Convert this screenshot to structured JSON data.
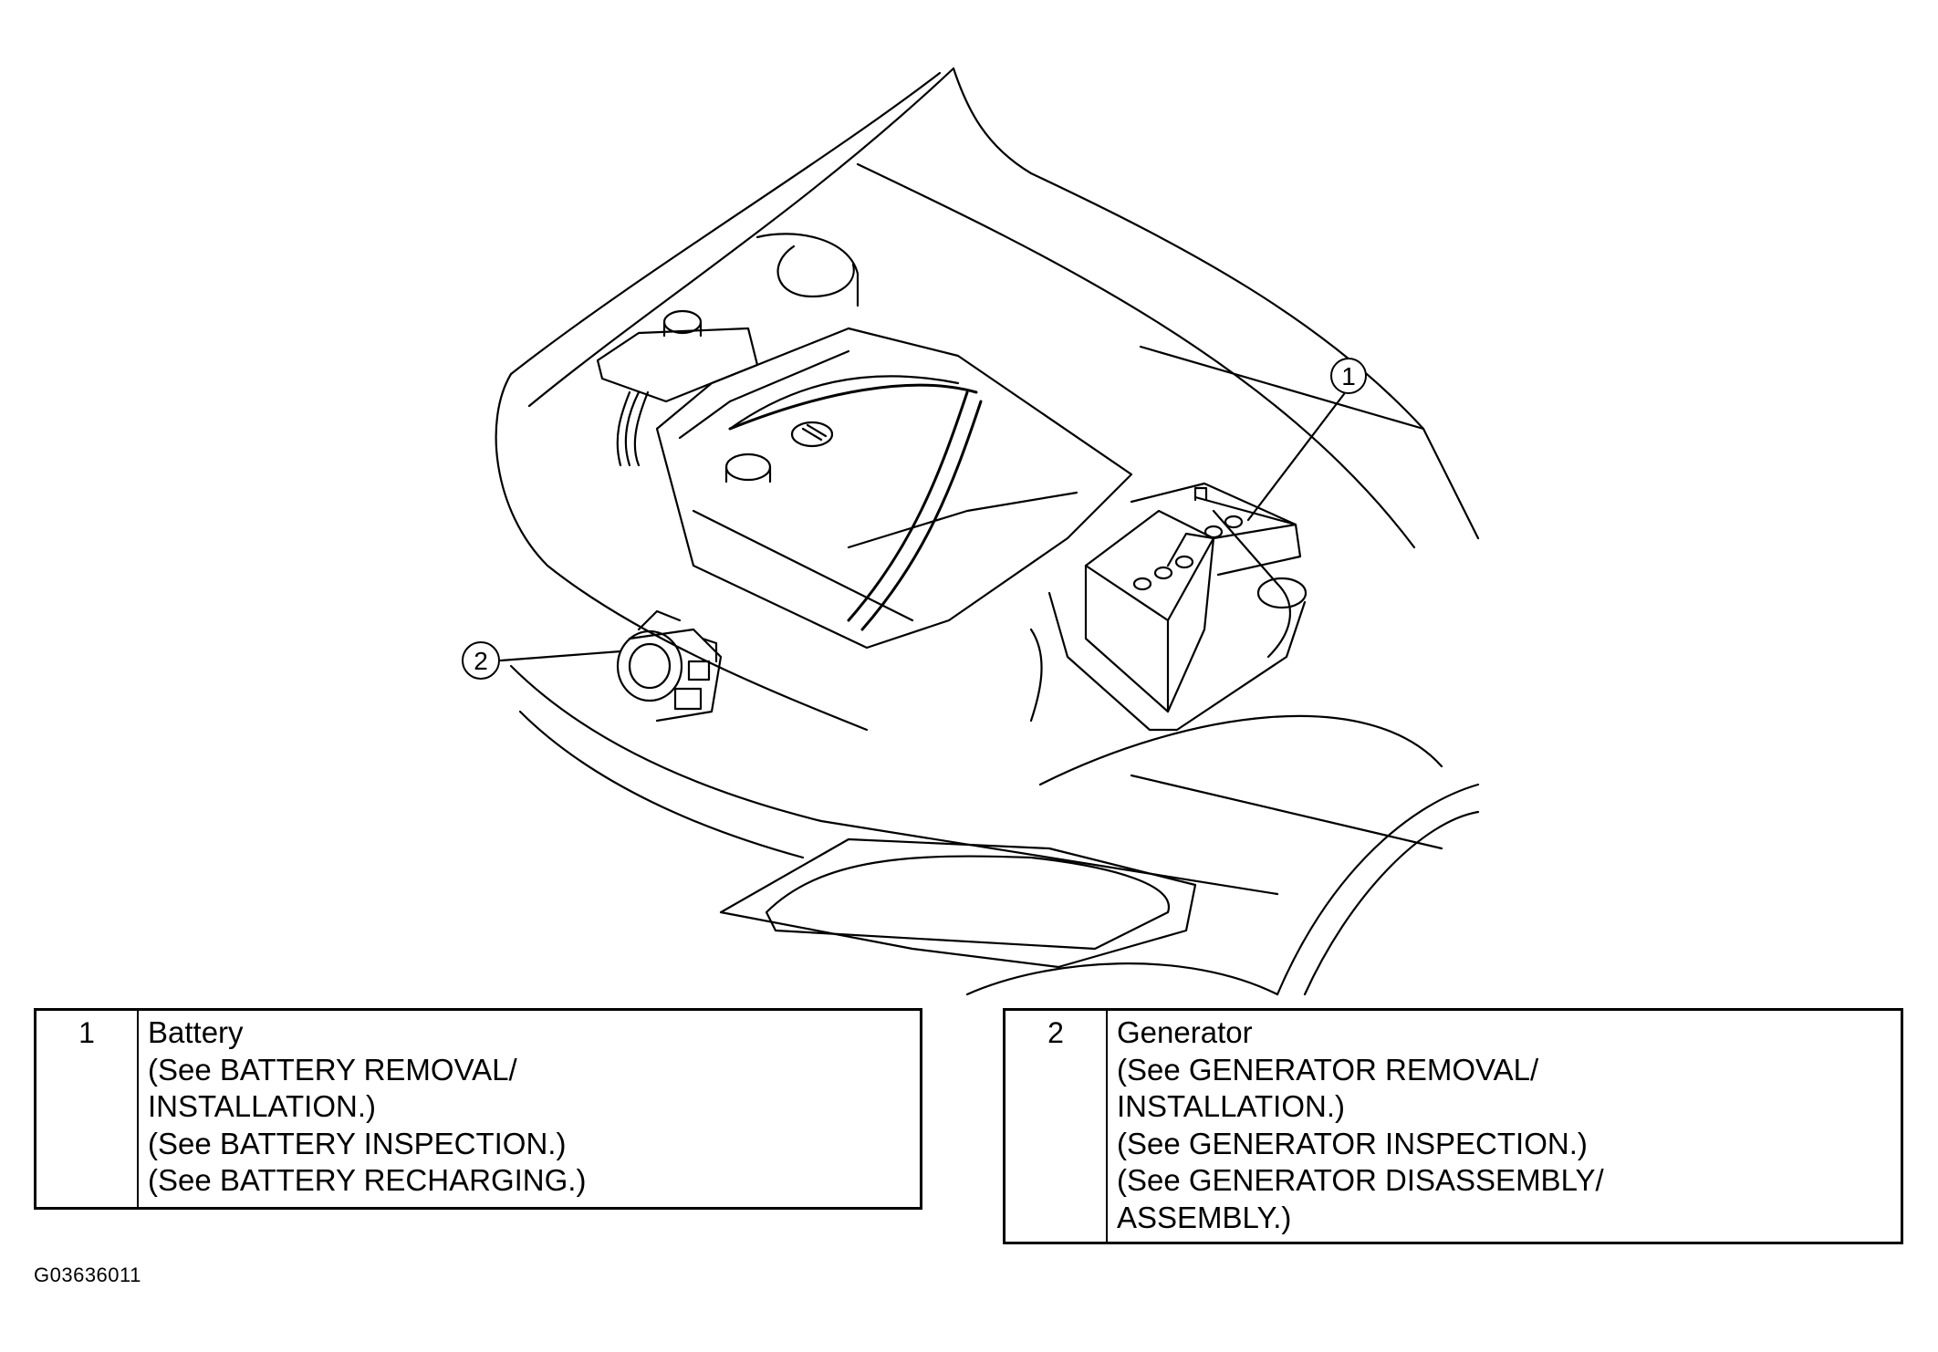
{
  "callouts": [
    "1",
    "2"
  ],
  "legend": [
    {
      "number": "1",
      "lines": [
        "Battery",
        "(See  BATTERY REMOVAL/",
        "INSTALLATION.)",
        "(See BATTERY INSPECTION.)",
        "(See BATTERY RECHARGING.)"
      ]
    },
    {
      "number": "2",
      "lines": [
        "Generator",
        "(See GENERATOR REMOVAL/",
        "INSTALLATION.)",
        "(See GENERATOR INSPECTION.)",
        "(See GENERATOR DISASSEMBLY/",
        "ASSEMBLY.)"
      ]
    }
  ],
  "figure_code": "G03636011"
}
